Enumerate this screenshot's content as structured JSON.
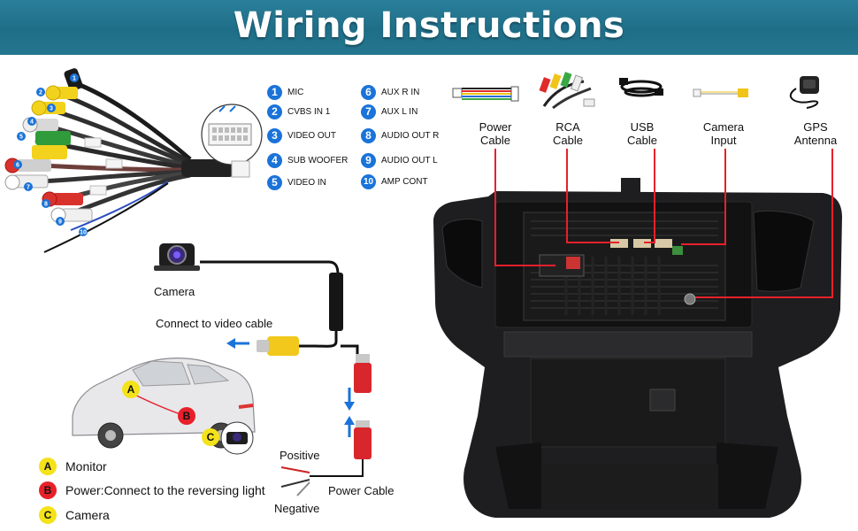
{
  "title": "Wiring Instructions",
  "harness_legend": [
    {
      "num": "1",
      "label": "MIC"
    },
    {
      "num": "2",
      "label": "CVBS IN 1"
    },
    {
      "num": "3",
      "label": "VIDEO OUT"
    },
    {
      "num": "4",
      "label": "SUB WOOFER"
    },
    {
      "num": "5",
      "label": "VIDEO IN"
    },
    {
      "num": "6",
      "label": "AUX R IN"
    },
    {
      "num": "7",
      "label": "AUX L IN"
    },
    {
      "num": "8",
      "label": "AUDIO OUT R"
    },
    {
      "num": "9",
      "label": "AUDIO OUT L"
    },
    {
      "num": "10",
      "label": "AMP CONT"
    }
  ],
  "accessories": [
    {
      "line1": "Power",
      "line2": "Cable"
    },
    {
      "line1": "RCA",
      "line2": "Cable"
    },
    {
      "line1": "USB",
      "line2": "Cable"
    },
    {
      "line1": "Camera",
      "line2": "Input"
    },
    {
      "line1": "GPS",
      "line2": "Antenna"
    }
  ],
  "camera_diagram": {
    "camera_label": "Camera",
    "connect_label": "Connect to video cable",
    "positive_label": "Positive",
    "negative_label": "Negative",
    "power_cable_label": "Power Cable"
  },
  "car_markers": [
    "A",
    "B",
    "C"
  ],
  "key": [
    {
      "letter": "A",
      "label": "Monitor",
      "color": "#f4e21a"
    },
    {
      "letter": "B",
      "label": "Power:Connect to the reversing light",
      "color": "#e8202a"
    },
    {
      "letter": "C",
      "label": "Camera",
      "color": "#f4e21a"
    }
  ],
  "colors": {
    "banner": "#1f6e88",
    "badge": "#1a73d9",
    "callout_line": "#e8202a",
    "arrow": "#1a73d9"
  }
}
